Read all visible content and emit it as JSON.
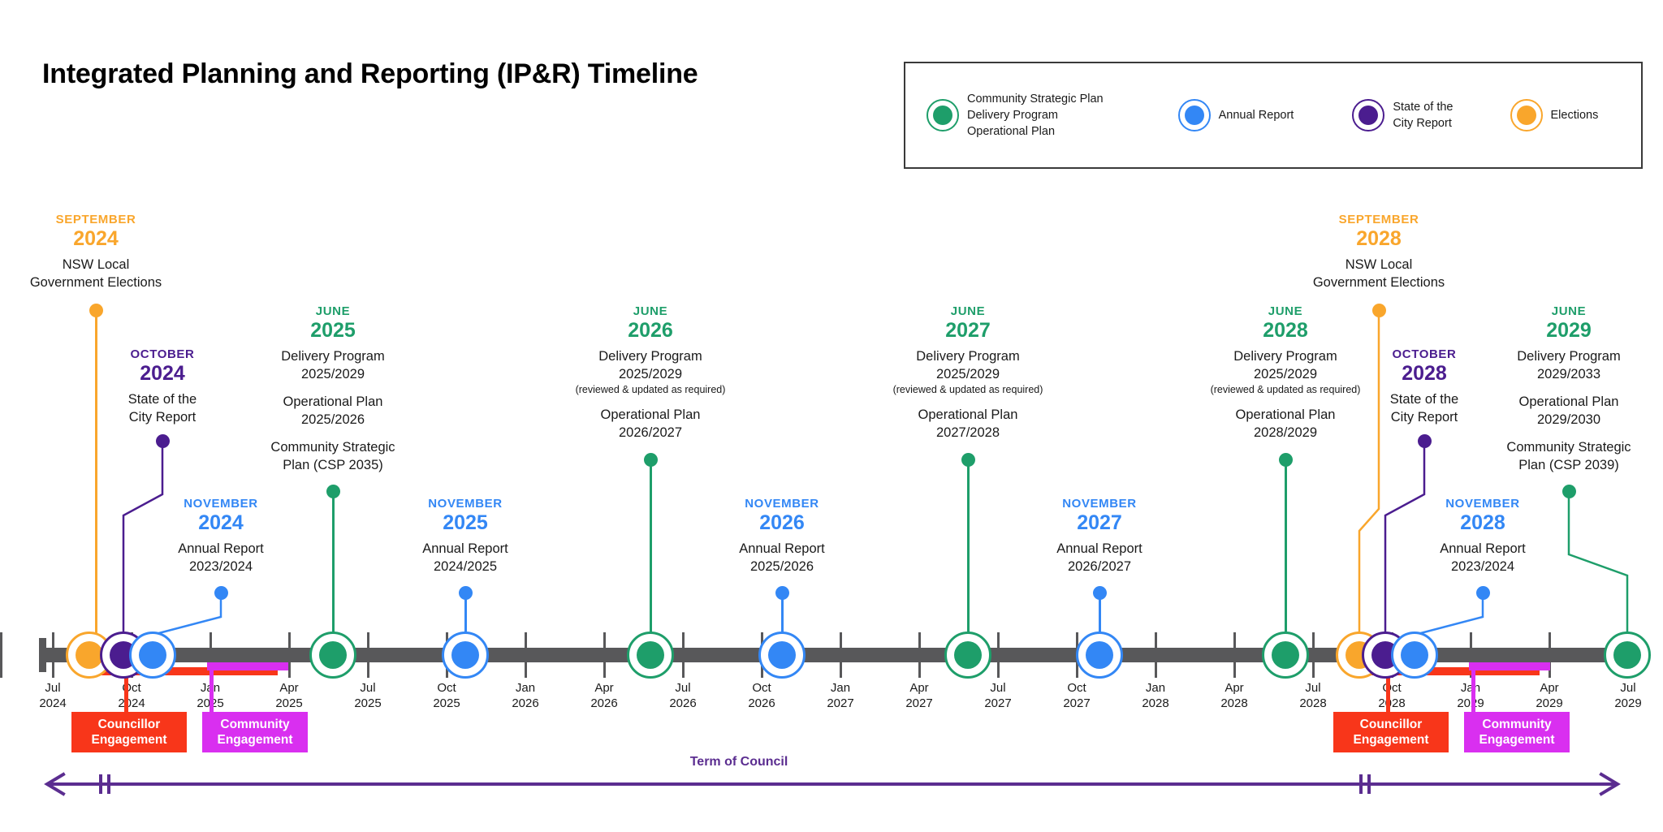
{
  "title": "Integrated Planning and Reporting (IP&R) Timeline",
  "colors": {
    "green": "#1e9e6a",
    "blue": "#3387f5",
    "purple": "#4b1d8f",
    "orange": "#f9a62c",
    "axis": "#58585a",
    "councillor": "#f8361a",
    "community": "#d92ff0",
    "term": "#5b2d90",
    "text": "#1a1a1a"
  },
  "legend": {
    "items": [
      {
        "icon": "green-ring-icon",
        "color": "#1e9e6a",
        "label": "Community Strategic Plan\nDelivery Program\nOperational Plan"
      },
      {
        "icon": "blue-ring-icon",
        "color": "#3387f5",
        "label": "Annual Report"
      },
      {
        "icon": "purple-ring-icon",
        "color": "#4b1d8f",
        "label": "State of the\nCity Report"
      },
      {
        "icon": "orange-ring-icon",
        "color": "#f9a62c",
        "label": "Elections"
      }
    ]
  },
  "axis": {
    "ticks": [
      {
        "label": "Jul\n2024"
      },
      {
        "label": "Oct\n2024"
      },
      {
        "label": "Jan\n2025"
      },
      {
        "label": "Apr\n2025"
      },
      {
        "label": "Jul\n2025"
      },
      {
        "label": "Oct\n2025"
      },
      {
        "label": "Jan\n2026"
      },
      {
        "label": "Apr\n2026"
      },
      {
        "label": "Jul\n2026"
      },
      {
        "label": "Oct\n2026"
      },
      {
        "label": "Jan\n2027"
      },
      {
        "label": "Apr\n2027"
      },
      {
        "label": "Jul\n2027"
      },
      {
        "label": "Oct\n2027"
      },
      {
        "label": "Jan\n2028"
      },
      {
        "label": "Apr\n2028"
      },
      {
        "label": "Jul\n2028"
      },
      {
        "label": "Oct\n2028"
      },
      {
        "label": "Jan\n2029"
      },
      {
        "label": "Apr\n2029"
      },
      {
        "label": "Jul\n2029"
      }
    ]
  },
  "events": [
    {
      "id": "elections-2024",
      "month": "SEPTEMBER",
      "year": "2024",
      "color": "#f9a62c",
      "blocks": [
        {
          "lines": [
            "NSW Local",
            "Government Elections"
          ]
        }
      ]
    },
    {
      "id": "state-of-city-2024",
      "month": "OCTOBER",
      "year": "2024",
      "color": "#4b1d8f",
      "blocks": [
        {
          "lines": [
            "State of the",
            "City Report"
          ]
        }
      ]
    },
    {
      "id": "annual-report-2024",
      "month": "NOVEMBER",
      "year": "2024",
      "color": "#3387f5",
      "blocks": [
        {
          "lines": [
            "Annual Report",
            "2023/2024"
          ]
        }
      ]
    },
    {
      "id": "plans-june-2025",
      "month": "JUNE",
      "year": "2025",
      "color": "#1e9e6a",
      "blocks": [
        {
          "lines": [
            "Delivery Program",
            "2025/2029"
          ]
        },
        {
          "lines": [
            "Operational Plan",
            "2025/2026"
          ]
        },
        {
          "lines": [
            "Community Strategic",
            "Plan (CSP 2035)"
          ]
        }
      ]
    },
    {
      "id": "annual-report-2025",
      "month": "NOVEMBER",
      "year": "2025",
      "color": "#3387f5",
      "blocks": [
        {
          "lines": [
            "Annual Report",
            "2024/2025"
          ]
        }
      ]
    },
    {
      "id": "plans-june-2026",
      "month": "JUNE",
      "year": "2026",
      "color": "#1e9e6a",
      "blocks": [
        {
          "lines": [
            "Delivery Program",
            "2025/2029"
          ],
          "note": "(reviewed & updated as required)"
        },
        {
          "lines": [
            "Operational Plan",
            "2026/2027"
          ]
        }
      ]
    },
    {
      "id": "annual-report-2026",
      "month": "NOVEMBER",
      "year": "2026",
      "color": "#3387f5",
      "blocks": [
        {
          "lines": [
            "Annual Report",
            "2025/2026"
          ]
        }
      ]
    },
    {
      "id": "plans-june-2027",
      "month": "JUNE",
      "year": "2027",
      "color": "#1e9e6a",
      "blocks": [
        {
          "lines": [
            "Delivery Program",
            "2025/2029"
          ],
          "note": "(reviewed & updated as required)"
        },
        {
          "lines": [
            "Operational Plan",
            "2027/2028"
          ]
        }
      ]
    },
    {
      "id": "annual-report-2027",
      "month": "NOVEMBER",
      "year": "2027",
      "color": "#3387f5",
      "blocks": [
        {
          "lines": [
            "Annual Report",
            "2026/2027"
          ]
        }
      ]
    },
    {
      "id": "plans-june-2028",
      "month": "JUNE",
      "year": "2028",
      "color": "#1e9e6a",
      "blocks": [
        {
          "lines": [
            "Delivery Program",
            "2025/2029"
          ],
          "note": "(reviewed & updated as required)"
        },
        {
          "lines": [
            "Operational Plan",
            "2028/2029"
          ]
        }
      ]
    },
    {
      "id": "elections-2028",
      "month": "SEPTEMBER",
      "year": "2028",
      "color": "#f9a62c",
      "blocks": [
        {
          "lines": [
            "NSW Local",
            "Government Elections"
          ]
        }
      ]
    },
    {
      "id": "state-of-city-2028",
      "month": "OCTOBER",
      "year": "2028",
      "color": "#4b1d8f",
      "blocks": [
        {
          "lines": [
            "State of the",
            "City Report"
          ]
        }
      ]
    },
    {
      "id": "annual-report-2028",
      "month": "NOVEMBER",
      "year": "2028",
      "color": "#3387f5",
      "blocks": [
        {
          "lines": [
            "Annual Report",
            "2023/2024"
          ]
        }
      ]
    },
    {
      "id": "plans-june-2029",
      "month": "JUNE",
      "year": "2029",
      "color": "#1e9e6a",
      "blocks": [
        {
          "lines": [
            "Delivery Program",
            "2029/2033"
          ]
        },
        {
          "lines": [
            "Operational Plan",
            "2029/2030"
          ]
        },
        {
          "lines": [
            "Community Strategic",
            "Plan (CSP 2039)"
          ]
        }
      ]
    }
  ],
  "engagement": [
    {
      "id": "councillor-1",
      "label": "Councillor\nEngagement",
      "color": "#f8361a"
    },
    {
      "id": "community-1",
      "label": "Community\nEngagement",
      "color": "#d92ff0"
    },
    {
      "id": "councillor-2",
      "label": "Councillor\nEngagement",
      "color": "#f8361a"
    },
    {
      "id": "community-2",
      "label": "Community\nEngagement",
      "color": "#d92ff0"
    }
  ],
  "term_of_council": {
    "label": "Term of Council"
  }
}
